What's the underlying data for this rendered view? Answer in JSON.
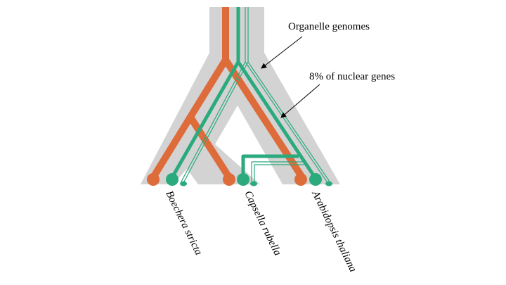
{
  "annotations": {
    "organelle": "Organelle genomes",
    "nuclear": "8% of nuclear genes"
  },
  "taxa": [
    "Boechera stricta",
    "Capsella rubella",
    "Arabidopsis thaliana"
  ],
  "colors": {
    "species_tree": "#d3d3d3",
    "nuclear_lineage": "#de6b3a",
    "organelle_lineage": "#2baa7e",
    "arrow": "#000000"
  }
}
